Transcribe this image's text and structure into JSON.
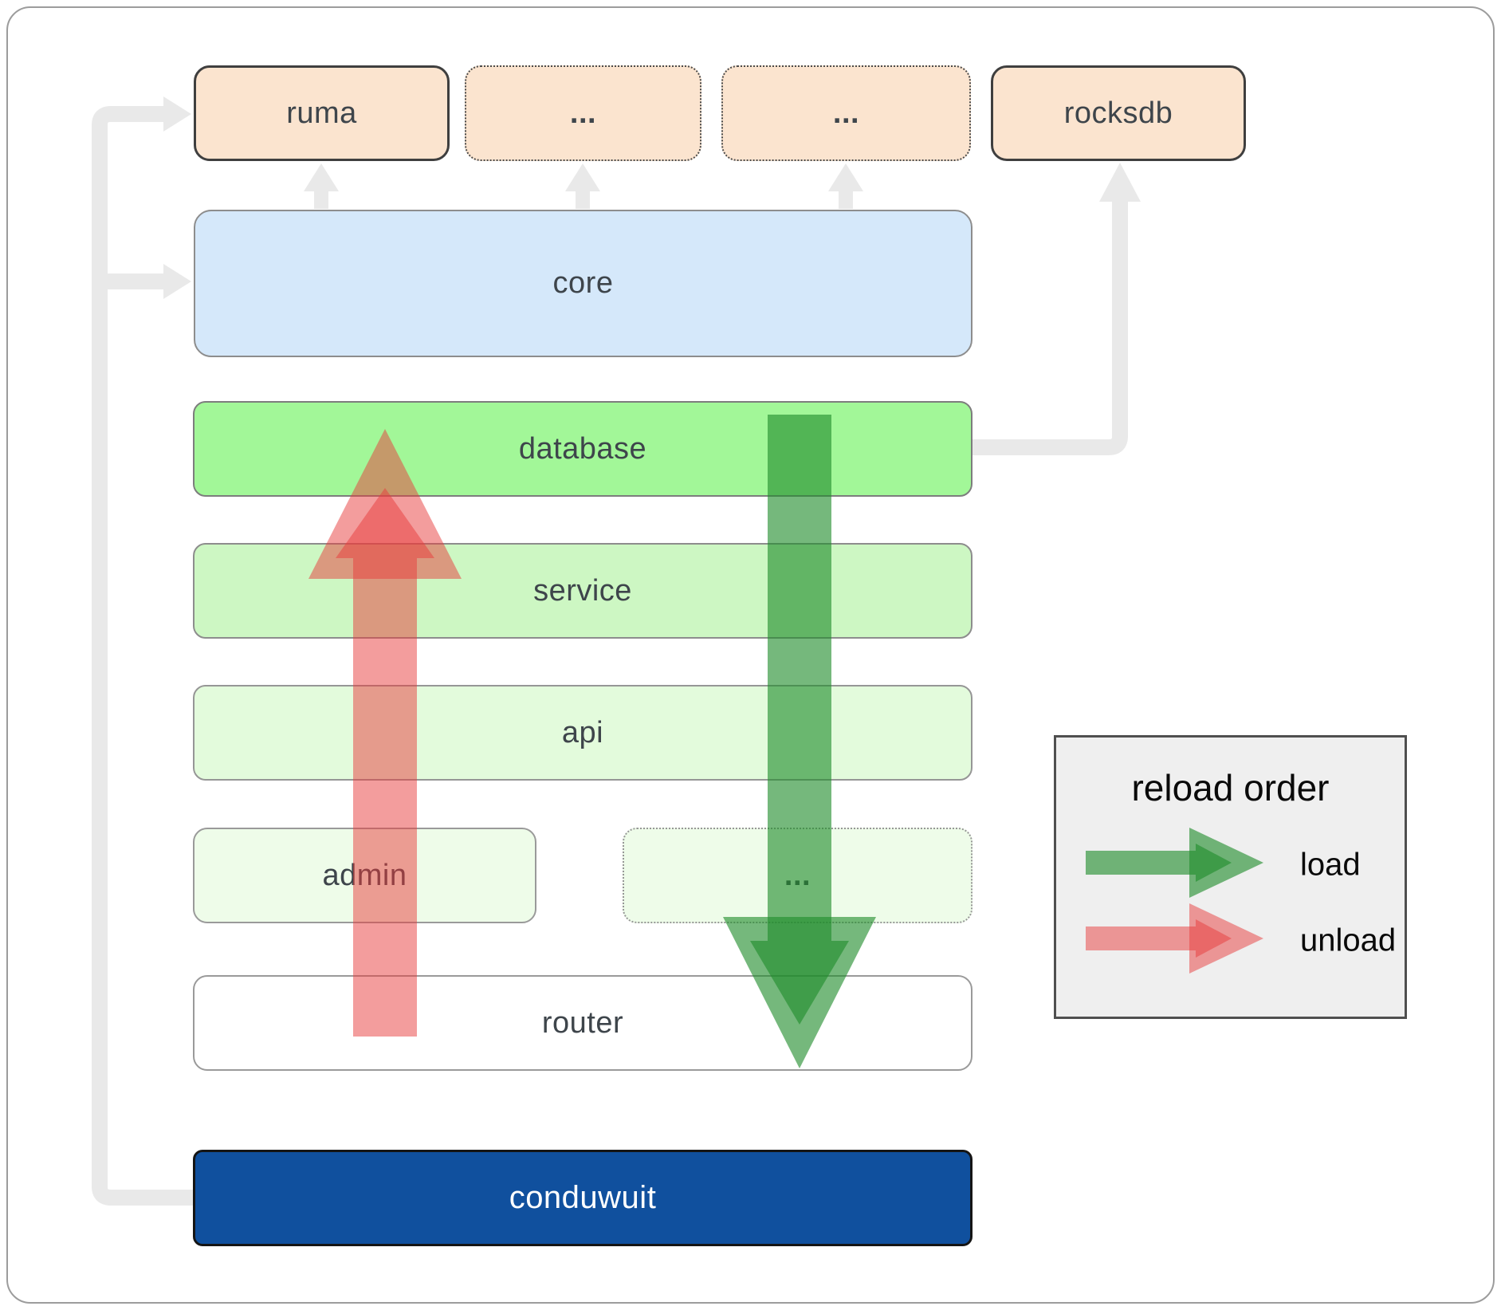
{
  "nodes": {
    "ruma": {
      "label": "ruma"
    },
    "ext1": {
      "label": "..."
    },
    "ext2": {
      "label": "..."
    },
    "rocksdb": {
      "label": "rocksdb"
    },
    "core": {
      "label": "core"
    },
    "database": {
      "label": "database"
    },
    "service": {
      "label": "service"
    },
    "api": {
      "label": "api"
    },
    "admin": {
      "label": "admin"
    },
    "modules": {
      "label": "..."
    },
    "router": {
      "label": "router"
    },
    "conduwuit": {
      "label": "conduwuit"
    }
  },
  "legend": {
    "title": "reload order",
    "items": [
      {
        "label": "load"
      },
      {
        "label": "unload"
      }
    ]
  },
  "colors": {
    "load_green": "#218c2b",
    "unload_red": "#e73c3c",
    "connector_gray": "#e9e9e9",
    "external_peach": "#fbe4cf",
    "core_blue": "#d5e8fa",
    "database_green": "#a2f798",
    "service_green": "#cdf7c3",
    "api_green": "#e3fbdc",
    "module_green": "#eefce9",
    "router_white": "#ffffff",
    "conduwuit_blue": "#10509e"
  }
}
